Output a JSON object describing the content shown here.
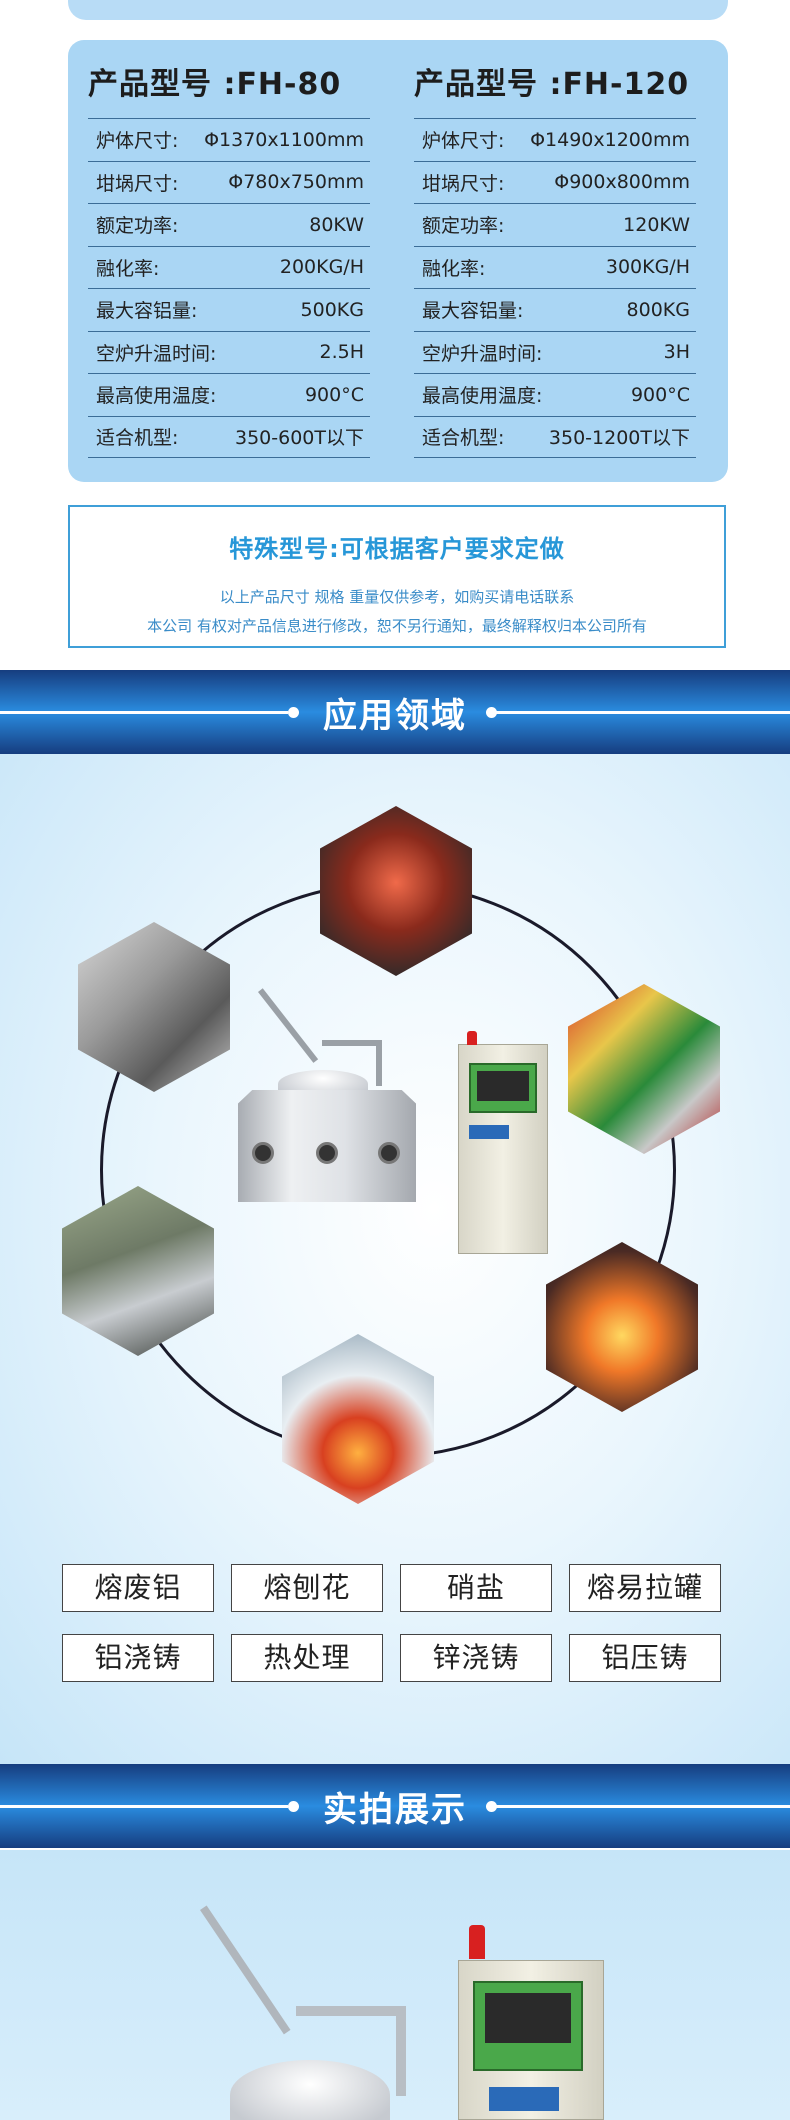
{
  "specs": [
    {
      "title": "产品型号 :FH-80",
      "rows": [
        {
          "label": "炉体尺寸:",
          "value": "Φ1370x1100mm"
        },
        {
          "label": "坩埚尺寸:",
          "value": "Φ780x750mm"
        },
        {
          "label": "额定功率:",
          "value": "80KW"
        },
        {
          "label": "融化率:",
          "value": "200KG/H"
        },
        {
          "label": "最大容铝量:",
          "value": "500KG"
        },
        {
          "label": "空炉升温时间:",
          "value": "2.5H"
        },
        {
          "label": "最高使用温度:",
          "value": "900°C"
        },
        {
          "label": "适合机型:",
          "value": "350-600T以下"
        }
      ]
    },
    {
      "title": "产品型号 :FH-120",
      "rows": [
        {
          "label": "炉体尺寸:",
          "value": "Φ1490x1200mm"
        },
        {
          "label": "坩埚尺寸:",
          "value": "Φ900x800mm"
        },
        {
          "label": "额定功率:",
          "value": "120KW"
        },
        {
          "label": "融化率:",
          "value": "300KG/H"
        },
        {
          "label": "最大容铝量:",
          "value": "800KG"
        },
        {
          "label": "空炉升温时间:",
          "value": "3H"
        },
        {
          "label": "最高使用温度:",
          "value": "900°C"
        },
        {
          "label": "适合机型:",
          "value": "350-1200T以下"
        }
      ]
    }
  ],
  "note": {
    "title": "特殊型号:可根据客户要求定做",
    "line1": "以上产品尺寸 规格 重量仅供参考，如购买请电话联系",
    "line2": "本公司 有权对产品信息进行修改，恕不另行通知，最终解释权归本公司所有"
  },
  "sections": {
    "application": "应用领域",
    "photos": "实拍展示"
  },
  "applications": [
    "熔废铝",
    "熔刨花",
    "硝盐",
    "熔易拉罐",
    "铝浇铸",
    "热处理",
    "锌浇铸",
    "铝压铸"
  ],
  "colors": {
    "panel": "#aad6f4",
    "band_dark": "#163d7f",
    "band_light": "#2a8ce0",
    "note_accent": "#2797d8"
  }
}
